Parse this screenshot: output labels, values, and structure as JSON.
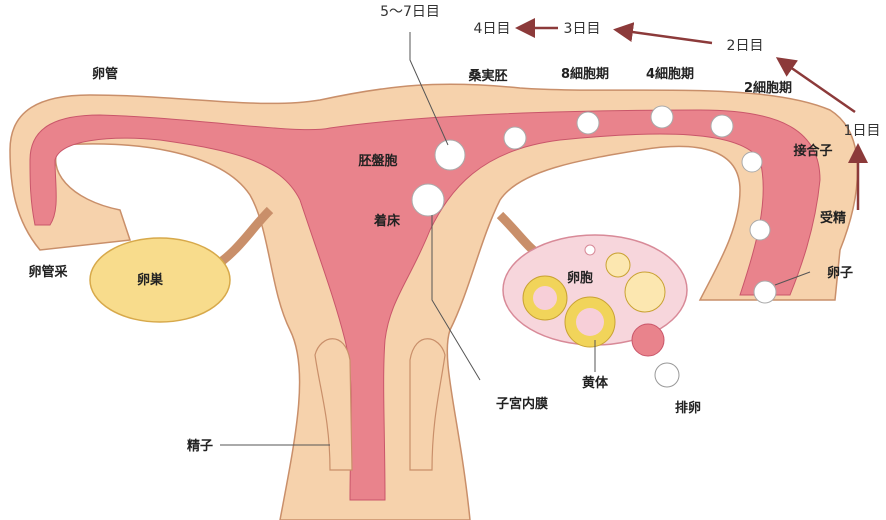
{
  "days": {
    "d1": "1日目",
    "d2": "2日目",
    "d3": "3日目",
    "d4": "4日目",
    "d5_7": "5〜7日目"
  },
  "labels": {
    "oviduct": "卵管",
    "morula": "桑実胚",
    "cell8": "8細胞期",
    "cell4": "4細胞期",
    "cell2": "2細胞期",
    "zygote": "接合子",
    "fertilization": "受精",
    "egg": "卵子",
    "blastocyst": "胚盤胞",
    "implantation": "着床",
    "fimbriae": "卵管采",
    "ovary": "卵巣",
    "follicle": "卵胞",
    "corpus_luteum": "黄体",
    "ovulation": "排卵",
    "endometrium": "子宮内膜",
    "sperm": "精子"
  },
  "colors": {
    "outer": "#f6d2ac",
    "outer_stroke": "#c98f6a",
    "lumen": "#e9838c",
    "lumen_dark": "#c9566a",
    "ovary_left": "#f8dc8c",
    "ovary_right": "#f7d6dc",
    "arrow": "#8c3a3a"
  }
}
